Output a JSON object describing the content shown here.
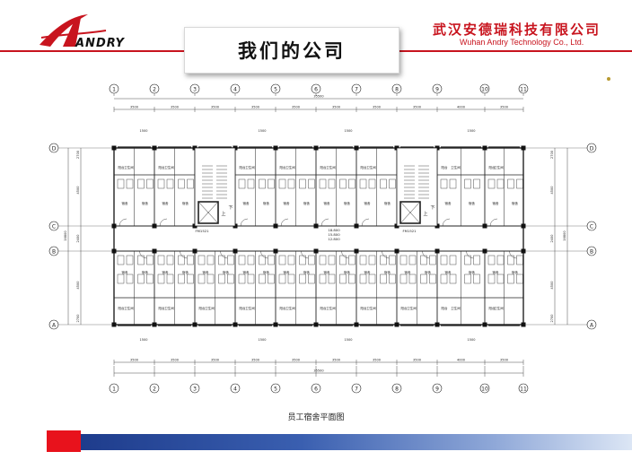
{
  "header": {
    "logo_text": "ANDRY",
    "company_cn": "武汉安德瑞科技有限公司",
    "company_en": "Wuhan Andry Technology  Co., Ltd."
  },
  "slide": {
    "title": "我们的公司"
  },
  "plan": {
    "column_axes": [
      "1",
      "2",
      "3",
      "4",
      "5",
      "6",
      "7",
      "8",
      "9",
      "10",
      "11"
    ],
    "row_axes": [
      "D",
      "C",
      "B",
      "A"
    ],
    "top_dims": [
      "3500",
      "3500",
      "3500",
      "3500",
      "3500",
      "3500",
      "3500",
      "3500",
      "4000",
      "3500"
    ],
    "bottom_dims": [
      "3500",
      "3500",
      "3500",
      "3500",
      "3500",
      "3500",
      "3500",
      "3500",
      "4000",
      "3500"
    ],
    "top_total": "35500",
    "bottom_total": "35500",
    "side_dims": [
      "2700",
      "4500",
      "2400",
      "4500",
      "2700"
    ],
    "side_total": "16800",
    "window_code": "1500",
    "door_code": "FM1521",
    "elevations": [
      "18.800",
      "15.800",
      "12.800"
    ],
    "stair_up": "上",
    "stair_down": "下",
    "room_labels": {
      "balcony": "阳台",
      "toilet": "卫生间",
      "dorm": "宿舍"
    },
    "caption": "员工宿舍平面图"
  }
}
